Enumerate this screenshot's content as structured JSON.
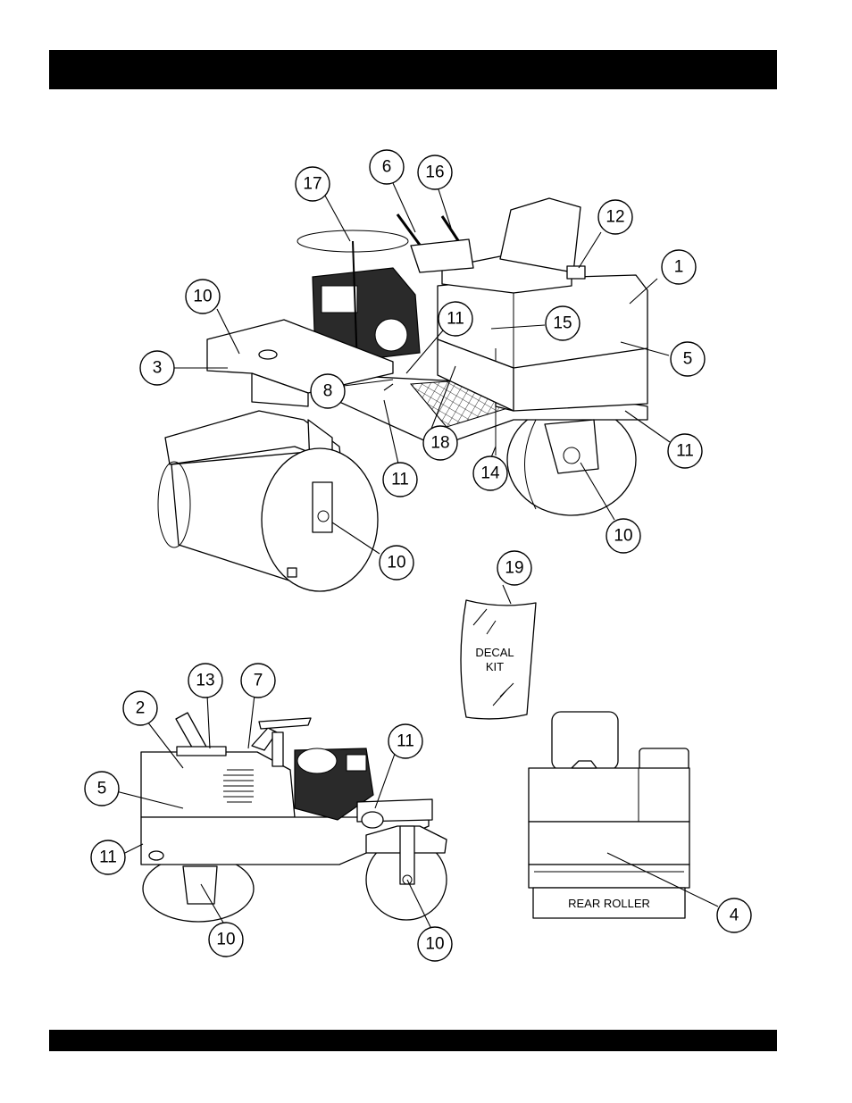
{
  "callouts": {
    "c1": "1",
    "c2": "2",
    "c3": "3",
    "c4": "4",
    "c5a": "5",
    "c5b": "5",
    "c6": "6",
    "c7": "7",
    "c8": "8",
    "c10a": "10",
    "c10b": "10",
    "c10c": "10",
    "c10d": "10",
    "c10e": "10",
    "c11a": "11",
    "c11b": "11",
    "c11c": "11",
    "c11d": "11",
    "c11e": "11",
    "c12": "12",
    "c13": "13",
    "c14": "14",
    "c15": "15",
    "c16": "16",
    "c17": "17",
    "c18": "18",
    "c19": "19"
  },
  "labels": {
    "decal_kit_line1": "DECAL",
    "decal_kit_line2": "KIT",
    "rear_roller": "REAR ROLLER"
  }
}
